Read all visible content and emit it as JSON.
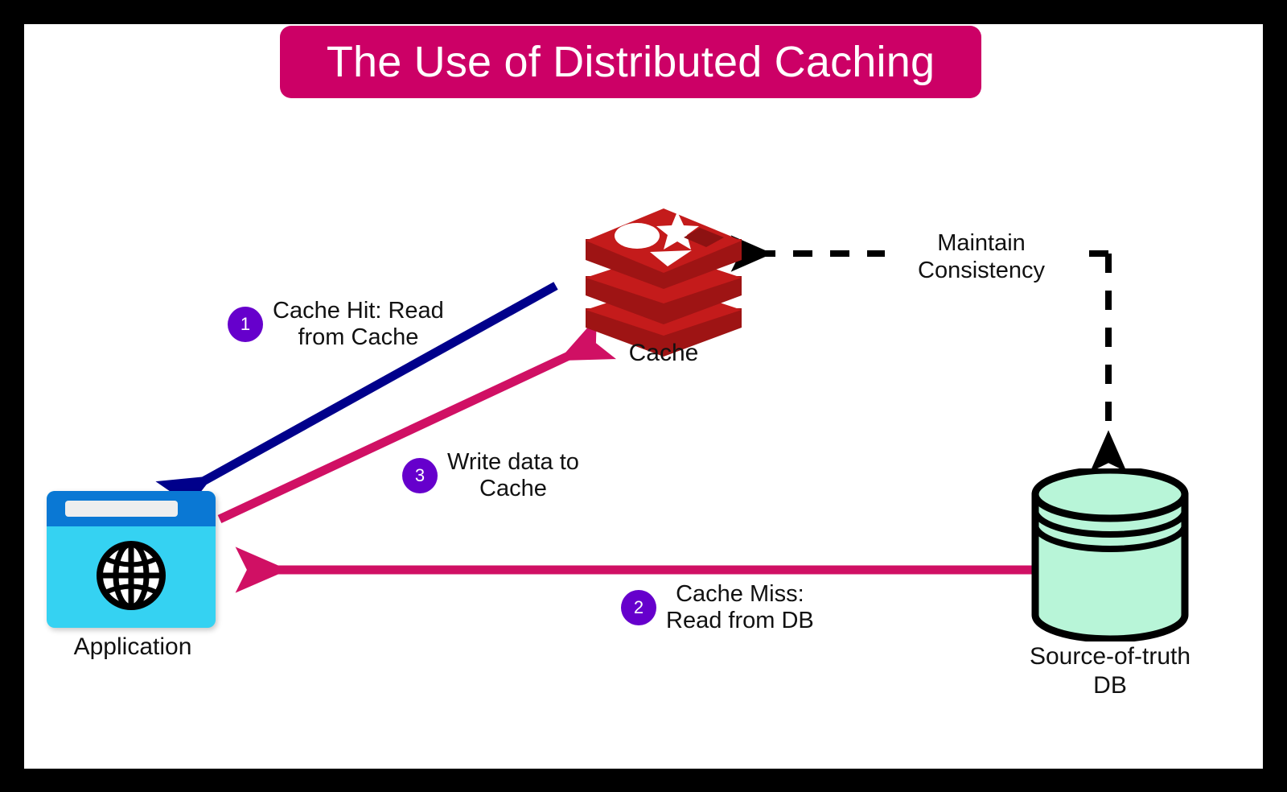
{
  "diagram": {
    "title": "The Use of Distributed Caching",
    "title_bg_color": "#cc0066",
    "title_text_color": "#ffffff",
    "canvas_bg_color": "#ffffff",
    "frame_color": "#000000"
  },
  "nodes": {
    "cache": {
      "label": "Cache",
      "icon": "redis-logo-icon",
      "color": "#c41b1b"
    },
    "application": {
      "label": "Application",
      "icon": "browser-window-globe-icon",
      "color": "#35d2f2",
      "titlebar_color": "#0a78d4"
    },
    "database": {
      "label": "Source-of-truth\nDB",
      "icon": "database-cylinder-icon",
      "color": "#b8f5d8"
    }
  },
  "steps": [
    {
      "number": "1",
      "text": "Cache Hit: Read\nfrom Cache",
      "badge_color": "#6600cc",
      "arrow_color": "#00008b",
      "from": "cache",
      "to": "application"
    },
    {
      "number": "2",
      "text": "Cache Miss:\nRead from DB",
      "badge_color": "#6600cc",
      "arrow_color": "#d01064",
      "from": "database",
      "to": "application"
    },
    {
      "number": "3",
      "text": "Write data to\nCache",
      "badge_color": "#6600cc",
      "arrow_color": "#d01064",
      "from": "application",
      "to": "cache"
    }
  ],
  "annotations": {
    "consistency": {
      "text": "Maintain\nConsistency",
      "line_style": "dashed",
      "color": "#000000",
      "from": "database",
      "to": "cache"
    }
  }
}
